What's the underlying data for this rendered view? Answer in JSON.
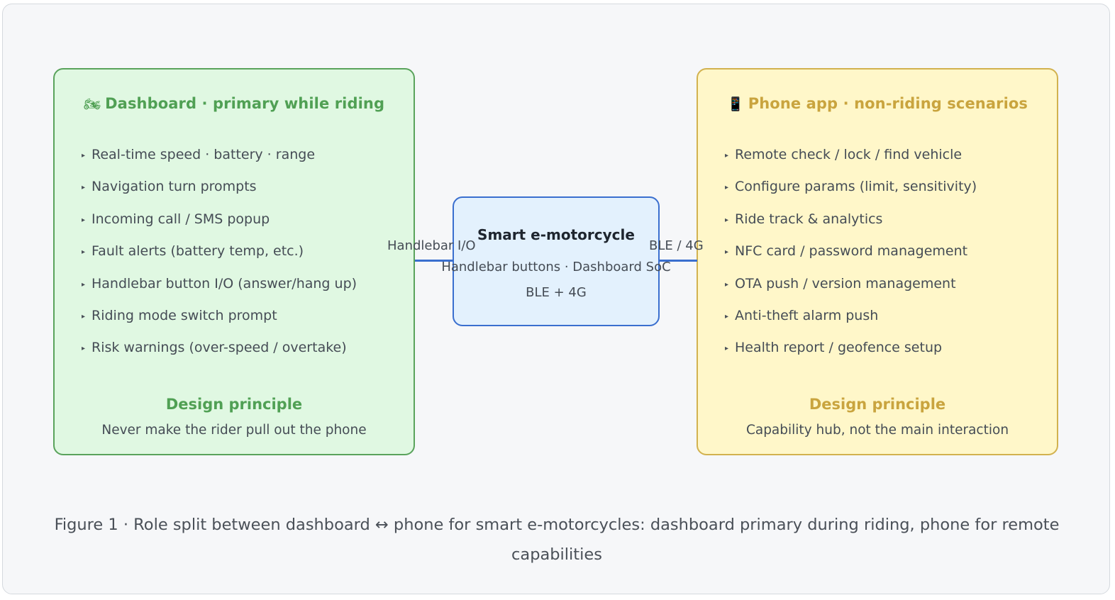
{
  "dashboard": {
    "icon": "motorcycle-icon",
    "icon_glyph": "🏍",
    "title": "Dashboard · primary while riding",
    "items": [
      "Real-time speed · battery · range",
      "Navigation turn prompts",
      "Incoming call / SMS popup",
      "Fault alerts (battery temp, etc.)",
      "Handlebar button I/O (answer/hang up)",
      "Riding mode switch prompt",
      "Risk warnings (over-speed / overtake)"
    ],
    "principle_heading": "Design principle",
    "principle_text": "Never make the rider pull out the phone"
  },
  "phone": {
    "icon": "mobile-phone-icon",
    "icon_glyph": "📱",
    "title": "Phone app · non-riding scenarios",
    "items": [
      "Remote check / lock / find vehicle",
      "Configure params (limit, sensitivity)",
      "Ride track & analytics",
      "NFC card / password management",
      "OTA push / version management",
      "Anti-theft alarm push",
      "Health report / geofence setup"
    ],
    "principle_heading": "Design principle",
    "principle_text": "Capability hub, not the main interaction"
  },
  "center": {
    "title": "Smart e-motorcycle",
    "subtitle": "Handlebar buttons · Dashboard SoC",
    "subtitle2": "BLE + 4G"
  },
  "edges": {
    "left_label": "Handlebar I/O",
    "right_label": "BLE / 4G"
  },
  "caption": "Figure 1 · Role split between dashboard ↔ phone for smart e-motorcycles: dashboard primary during riding, phone for remote capabilities",
  "colors": {
    "dashboard_accent": "#50a054",
    "dashboard_fill": "#e0f8e2",
    "phone_accent": "#c9a43e",
    "phone_fill": "#fff7c9",
    "center_border": "#3a6fcf",
    "center_fill": "#e3f1fd"
  }
}
